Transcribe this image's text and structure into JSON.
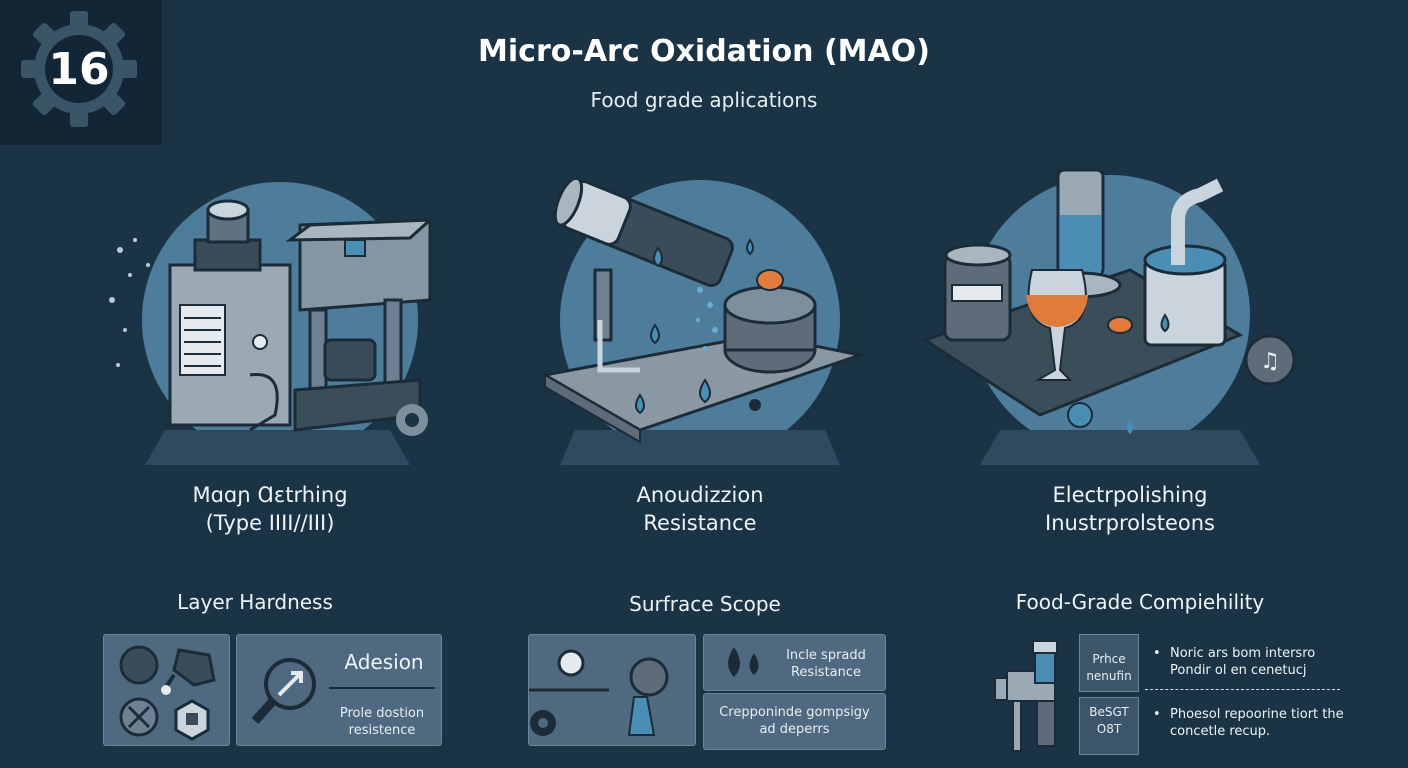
{
  "badge": {
    "number": "16"
  },
  "header": {
    "title": "Micro-Arc Oxidation (MAO)",
    "subtitle": "Food grade aplications"
  },
  "columns": [
    {
      "label_line1": "Mɑɑɲ Ɑɛtrhing",
      "label_line2": "(Type IIII//III)"
    },
    {
      "label_line1": "Anoudizzion",
      "label_line2": "Resistance"
    },
    {
      "label_line1": "Electrpolishing",
      "label_line2": "Inustrprolsteons"
    }
  ],
  "sections": {
    "hardness": {
      "heading": "Layer Hardness",
      "adhesion_label": "Adesion",
      "bottom_text_line1": "Prole dostion",
      "bottom_text_line2": "resistence"
    },
    "surface": {
      "heading": "Surfrace Scope",
      "top_text_line1": "Incle spradd",
      "top_text_line2": "Resistance",
      "bottom_text_line1": "Crepponinde gompsigy",
      "bottom_text_line2": "ad deperrs"
    },
    "food": {
      "heading": "Food-Grade Compiehility",
      "box1_line1": "Prhce",
      "box1_line2": "nenufin",
      "box2_line1": "BeSGT",
      "box2_line2": "O8T",
      "bullet1_line1": "Noric ars bom intersro",
      "bullet1_line2": "Pondir ol en cenetucj",
      "bullet2_line1": "Phoesol repoorine tiort the",
      "bullet2_line2": "concetle recup."
    }
  },
  "colors": {
    "background": "#1a3446",
    "accent_blue": "#4a8db5",
    "accent_orange": "#e07b3c",
    "panel": "#4f6a80"
  }
}
